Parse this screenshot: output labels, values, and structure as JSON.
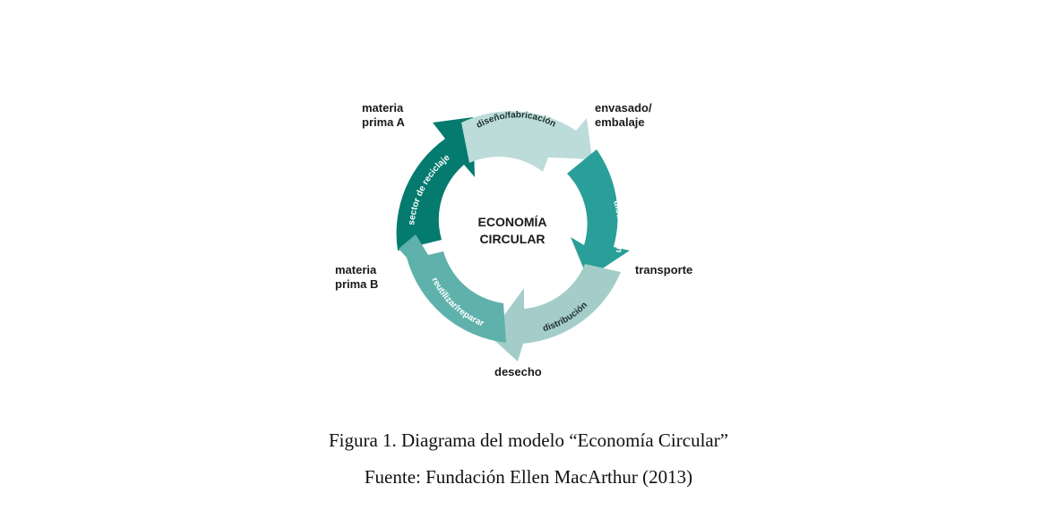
{
  "center": {
    "line1": "ECONOMÍA",
    "line2": "CIRCULAR"
  },
  "segments": [
    {
      "id": "design",
      "label": "diseño/fabricación",
      "color": "#bcdcd9"
    },
    {
      "id": "distribution1",
      "label": "distribución",
      "color": "#2a9e98"
    },
    {
      "id": "distribution2",
      "label": "distribución",
      "color": "#a4cdca"
    },
    {
      "id": "reuse",
      "label": "reutilizar/reparar",
      "color": "#5fb1ab"
    },
    {
      "id": "recycling",
      "label": "sector de reciclaje",
      "color": "#057a6f"
    }
  ],
  "nodes": {
    "materia_a": [
      "materia",
      "prima A"
    ],
    "envasado": [
      "envasado/",
      "embalaje"
    ],
    "transporte": [
      "transporte"
    ],
    "desecho": [
      "desecho"
    ],
    "materia_b": [
      "materia",
      "prima B"
    ]
  },
  "captions": {
    "figure": "Figura 1. Diagrama del modelo “Economía Circular”",
    "source": "Fuente: Fundación Ellen MacArthur (2013)"
  }
}
